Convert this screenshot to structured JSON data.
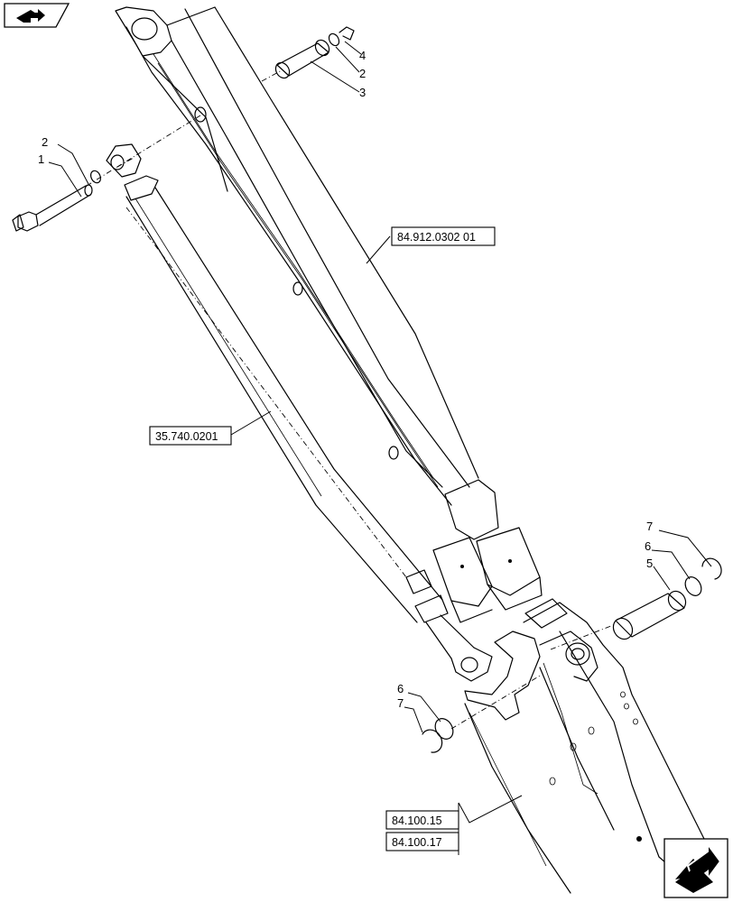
{
  "callouts": {
    "c1": "1",
    "c2a": "2",
    "c2b": "2",
    "c3": "3",
    "c4": "4",
    "c5": "5",
    "c6a": "6",
    "c7a": "7",
    "c6b": "6",
    "c7b": "7"
  },
  "references": {
    "frame": "84.912.0302 01",
    "cylinder": "35.740.0201",
    "bucket_a": "84.100.15",
    "bucket_b": "84.100.17"
  },
  "nav": {
    "top_icon": "nav-back-icon",
    "bottom_icon": "nav-next-icon"
  }
}
